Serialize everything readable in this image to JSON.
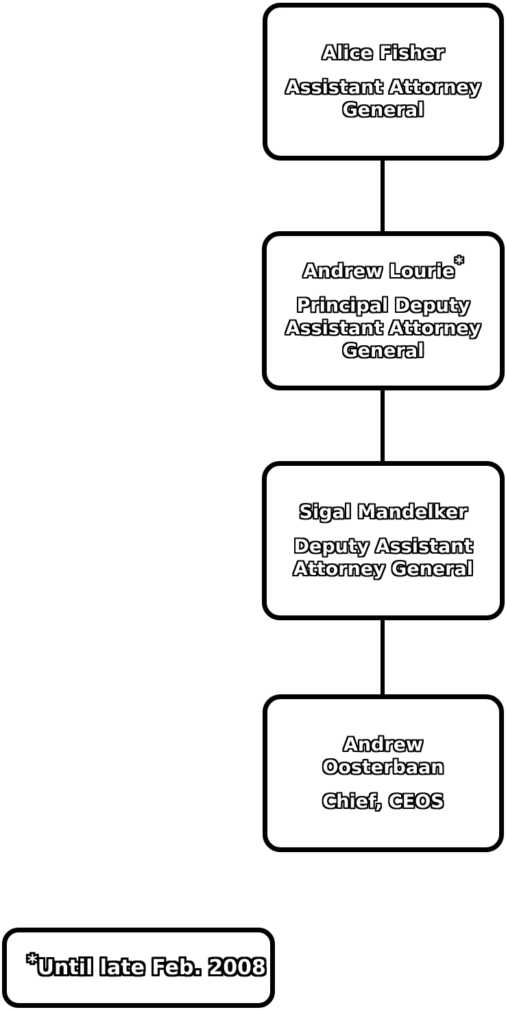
{
  "page": {
    "background_color": "#ffffff",
    "ink_color": "#000000"
  },
  "org_chart": {
    "nodes": [
      {
        "name_lines": [
          "Alice Fisher"
        ],
        "sup": "",
        "title_lines": [
          "Assistant Attorney",
          "General"
        ]
      },
      {
        "name_lines": [
          "Andrew Lourie"
        ],
        "sup": "*",
        "title_lines": [
          "Principal Deputy",
          "Assistant Attorney",
          "General"
        ]
      },
      {
        "name_lines": [
          "Sigal Mandelker"
        ],
        "sup": "",
        "title_lines": [
          "Deputy Assistant",
          "Attorney General"
        ]
      },
      {
        "name_lines": [
          "Andrew",
          "Oosterbaan"
        ],
        "sup": "",
        "title_lines": [
          "Chief, CEOS"
        ]
      }
    ],
    "footnote": {
      "marker": "*",
      "text": "Until late Feb. 2008"
    }
  }
}
